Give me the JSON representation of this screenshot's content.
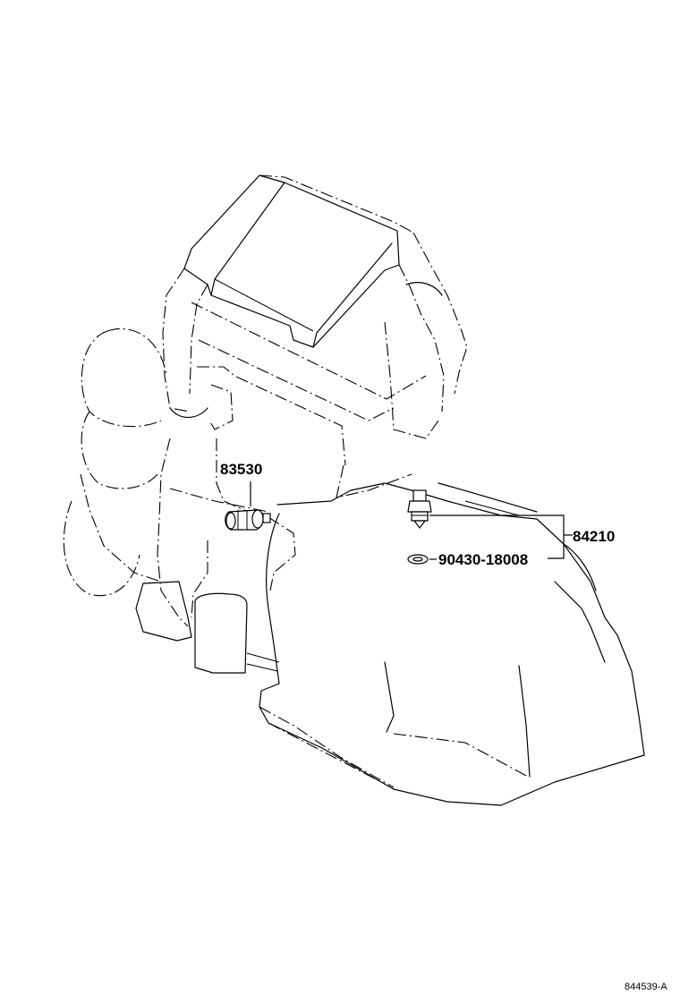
{
  "parts": {
    "knock_sensor": {
      "number": "83530"
    },
    "oil_pressure_switch": {
      "number": "84210"
    },
    "gasket": {
      "number": "90430-18008"
    }
  },
  "figure_ref": "844539-A"
}
